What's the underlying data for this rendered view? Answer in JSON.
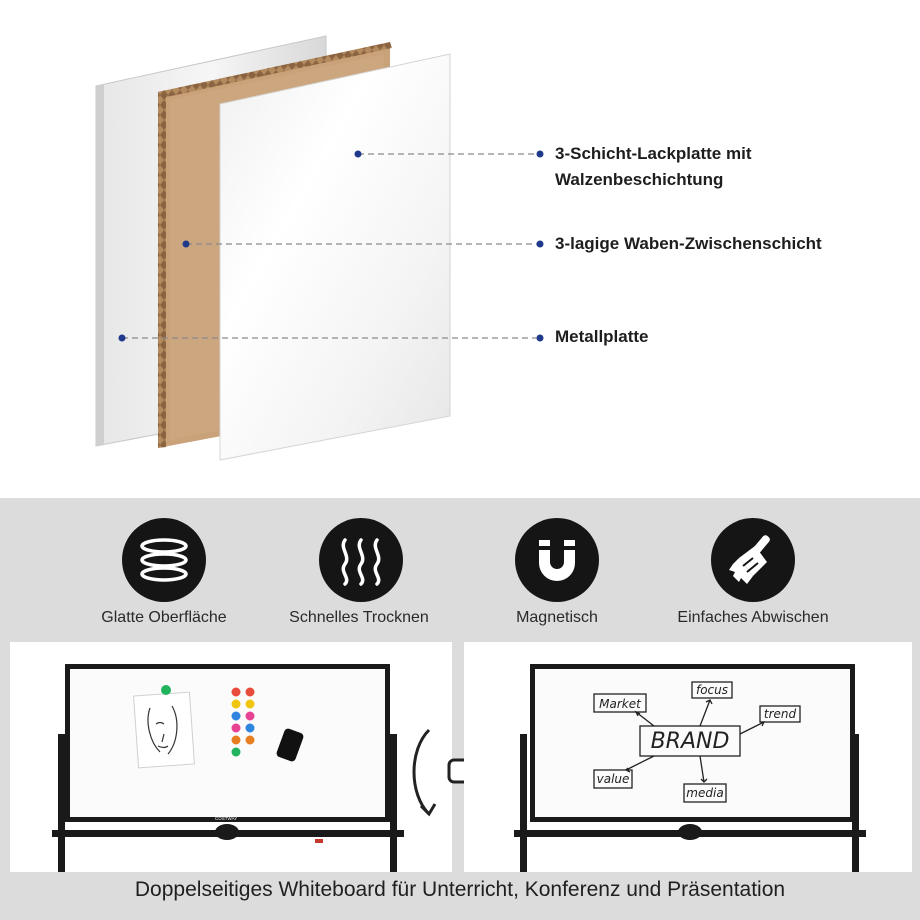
{
  "layers": [
    {
      "line1": "3-Schicht-Lackplatte mit",
      "line2": "Walzenbeschichtung"
    },
    {
      "line1": "3-lagige Waben-Zwischenschicht"
    },
    {
      "line1": "Metallplatte"
    }
  ],
  "features": [
    {
      "label": "Glatte Oberfläche",
      "icon": "layers-stack-icon"
    },
    {
      "label": "Schnelles Trocknen",
      "icon": "heat-waves-icon"
    },
    {
      "label": "Magnetisch",
      "icon": "magnet-icon"
    },
    {
      "label": "Einfaches Abwischen",
      "icon": "brush-icon"
    }
  ],
  "board_right": {
    "center": "BRAND",
    "words": [
      "Market",
      "focus",
      "trend",
      "value",
      "media"
    ]
  },
  "brand_mark": "COSTWAY",
  "caption": "Doppelseitiges Whiteboard für Unterricht, Konferenz und Präsentation",
  "colors": {
    "dot": "#1f3a8a",
    "feature_circle": "#151515",
    "features_bg": "#dcdcdc",
    "cardboard": "#c9a27a"
  }
}
